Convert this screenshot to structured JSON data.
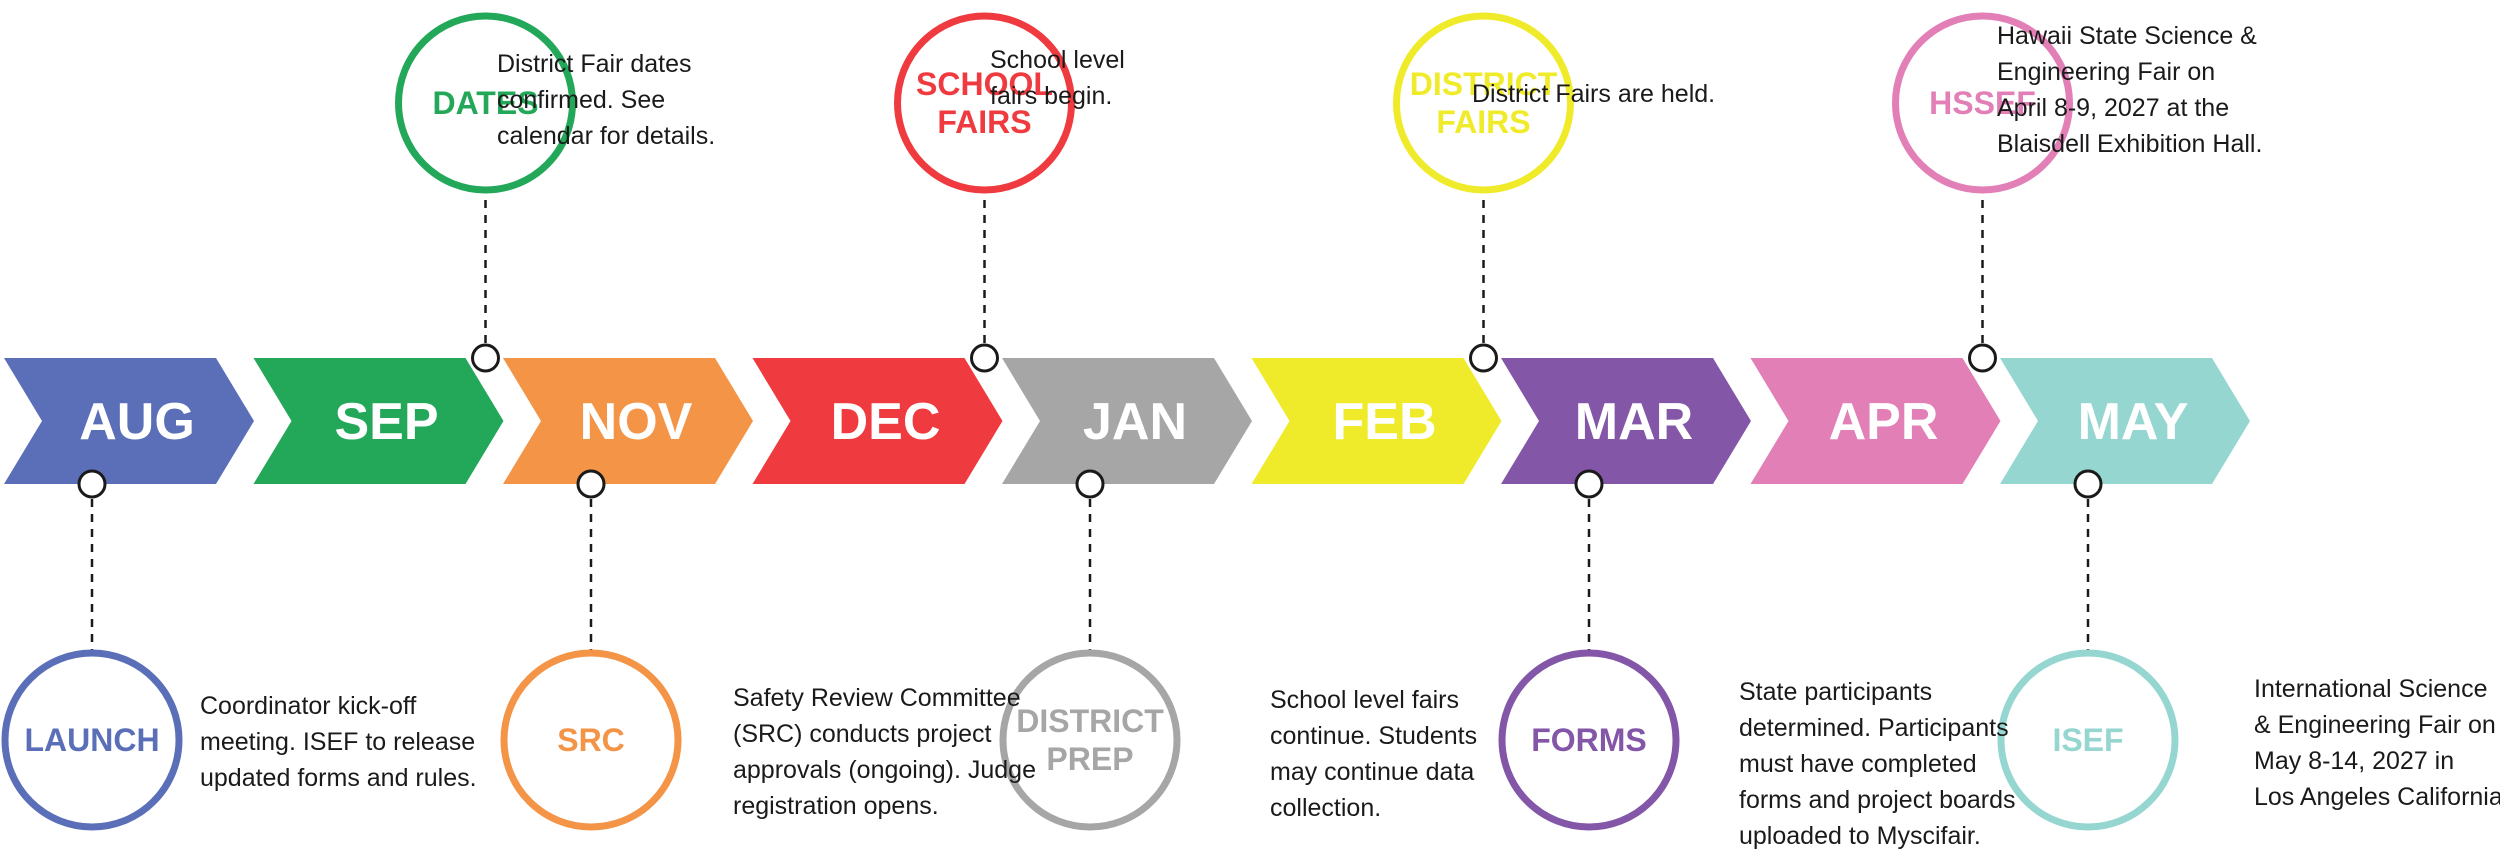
{
  "months": [
    {
      "label": "AUG",
      "color": "#5a6fb8"
    },
    {
      "label": "SEP",
      "color": "#23a85a"
    },
    {
      "label": "NOV",
      "color": "#f39447"
    },
    {
      "label": "DEC",
      "color": "#ef3b3f"
    },
    {
      "label": "JAN",
      "color": "#a6a6a6"
    },
    {
      "label": "FEB",
      "color": "#f0eb2a"
    },
    {
      "label": "MAR",
      "color": "#8356a8"
    },
    {
      "label": "APR",
      "color": "#e27fb7"
    },
    {
      "label": "MAY",
      "color": "#96d6d0"
    }
  ],
  "milestones": [
    {
      "label": "LAUNCH",
      "month": "AUG",
      "position": "below",
      "color": "#5a6fb8",
      "desc": [
        "Coordinator kick-off",
        "meeting. ISEF to release",
        "updated forms and rules."
      ]
    },
    {
      "label": "DATES",
      "month": "SEP",
      "position": "above",
      "color": "#23a85a",
      "desc": [
        "District Fair dates",
        "confirmed. See",
        "calendar for details."
      ]
    },
    {
      "label": "SRC",
      "month": "NOV",
      "position": "below",
      "color": "#f39447",
      "desc": [
        "Safety Review Committee",
        "(SRC) conducts project",
        "approvals (ongoing). Judge",
        "registration opens."
      ]
    },
    {
      "label": "SCHOOL\nFAIRS",
      "month": "DEC",
      "position": "above",
      "color": "#ef3b3f",
      "desc": [
        "School level",
        "fairs begin."
      ]
    },
    {
      "label": "DISTRICT\nPREP",
      "month": "JAN",
      "position": "below",
      "color": "#a6a6a6",
      "desc": [
        "School level fairs",
        "continue. Students",
        "may continue data",
        "collection."
      ]
    },
    {
      "label": "DISTRICT\nFAIRS",
      "month": "FEB",
      "position": "above",
      "color": "#f0eb2a",
      "desc": [
        "District Fairs are held."
      ]
    },
    {
      "label": "FORMS",
      "month": "MAR",
      "position": "below",
      "color": "#8356a8",
      "desc": [
        "State participants",
        "determined. Participants",
        "must have completed",
        "forms and project boards",
        "uploaded to Myscifair."
      ]
    },
    {
      "label": "HSSEF",
      "month": "APR",
      "position": "above",
      "color": "#e27fb7",
      "desc": [
        "Hawaii State Science &",
        "Engineering Fair on",
        "April 8-9, 2027 at the",
        "Blaisdell Exhibition Hall."
      ]
    },
    {
      "label": "ISEF",
      "month": "MAY",
      "position": "below",
      "color": "#96d6d0",
      "desc": [
        "International Science",
        "& Engineering Fair on",
        "May 8-14, 2027 in",
        "Los Angeles California."
      ]
    }
  ]
}
